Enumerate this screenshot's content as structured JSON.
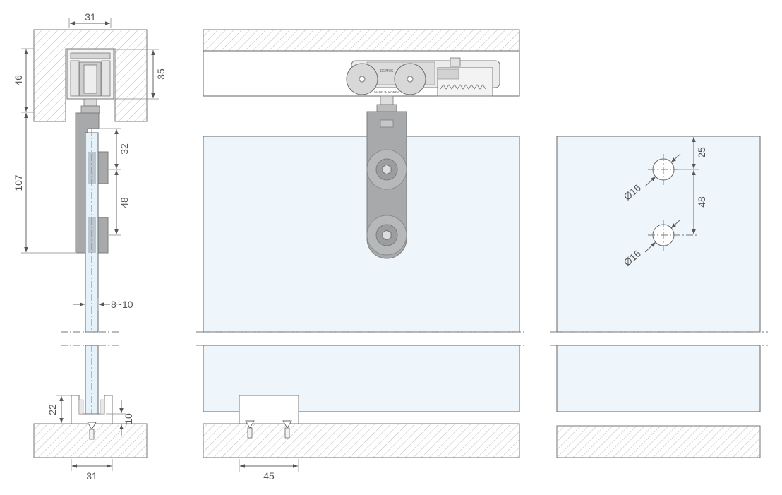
{
  "dimensions": {
    "side_top_width": "31",
    "side_ceiling_depth": "46",
    "side_track_height": "35",
    "side_hanger_length": "107",
    "side_hole_top": "32",
    "side_hole_spacing": "48",
    "side_glass_thickness": "8~10",
    "side_guide_height": "22",
    "side_guide_depth": "10",
    "side_bottom_width": "31",
    "front_guide_width": "45",
    "holes_top_offset": "25",
    "holes_spacing": "48",
    "hole_diameter_1": "Ø16",
    "hole_diameter_2": "Ø16"
  },
  "roller_brand": "DOMUS",
  "roller_origin": "MADE IN KOREA",
  "colors": {
    "glass": "#eef6fc",
    "metal": "#a8a9ab",
    "metal_light": "#dcdcdc",
    "hatch": "#b9b9b9",
    "line": "#666666"
  }
}
